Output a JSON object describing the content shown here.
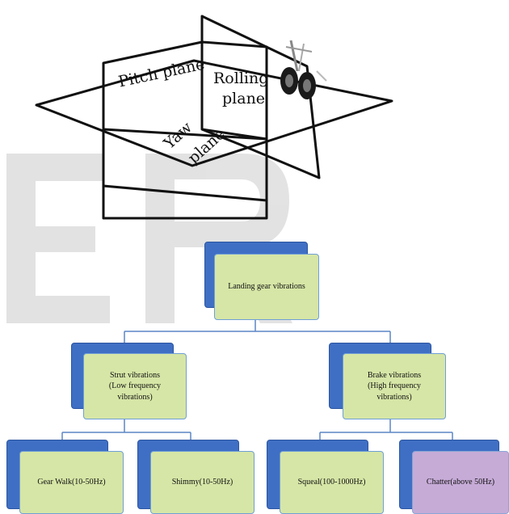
{
  "planes_diagram": {
    "labels": {
      "pitch": "Pitch plane",
      "rolling_line1": "Rolling",
      "rolling_line2": "plane",
      "yaw_line1": "Yaw",
      "yaw_line2": "plane"
    },
    "icon": "landing-gear-wheels-icon"
  },
  "watermark": {
    "text": "ER",
    "color": "#d9d9d9"
  },
  "hierarchy": {
    "root": {
      "label": "Landing gear vibrations"
    },
    "level1": [
      {
        "label": "Strut vibrations\n(Low frequency\nvibrations)"
      },
      {
        "label": "Brake vibrations\n(High frequency\nvibrations)"
      }
    ],
    "level2": [
      {
        "label": "Gear Walk(10-50Hz)"
      },
      {
        "label": "Shimmy(10-50Hz)"
      },
      {
        "label": "Squeal(100-1000Hz)"
      },
      {
        "label": "Chatter(above 50Hz)"
      }
    ]
  },
  "colors": {
    "box_front": "#d6e6a6",
    "box_back": "#3f6fc4",
    "box_border": "#6f9fd6",
    "chatter_front": "#c6abd7",
    "connector": "#5b86c6"
  }
}
